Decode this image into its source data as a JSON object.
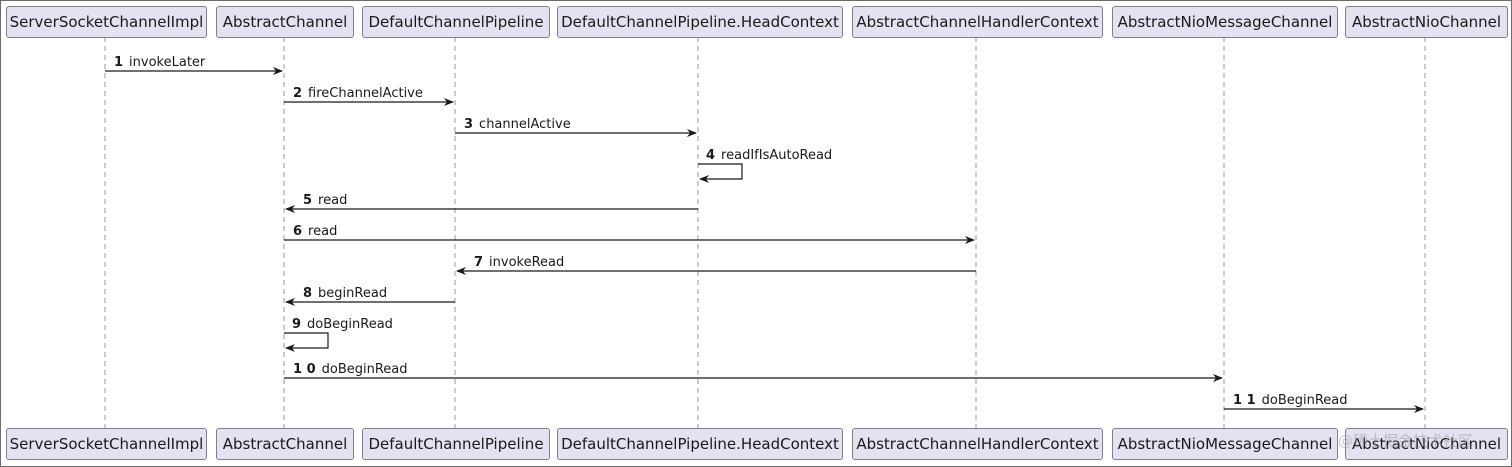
{
  "participants": [
    "ServerSocketChannelImpl",
    "AbstractChannel",
    "DefaultChannelPipeline",
    "DefaultChannelPipeline.HeadContext",
    "AbstractChannelHandlerContext",
    "AbstractNioMessageChannel",
    "AbstractNioChannel"
  ],
  "messages": [
    {
      "num": "1",
      "label": "invokeLater",
      "from": 0,
      "to": 1
    },
    {
      "num": "2",
      "label": "fireChannelActive",
      "from": 1,
      "to": 2
    },
    {
      "num": "3",
      "label": "channelActive",
      "from": 2,
      "to": 3
    },
    {
      "num": "4",
      "label": "readIfIsAutoRead",
      "from": 3,
      "to": 3
    },
    {
      "num": "5",
      "label": "read",
      "from": 3,
      "to": 1
    },
    {
      "num": "6",
      "label": "read",
      "from": 1,
      "to": 4
    },
    {
      "num": "7",
      "label": "invokeRead",
      "from": 4,
      "to": 2
    },
    {
      "num": "8",
      "label": "beginRead",
      "from": 2,
      "to": 1
    },
    {
      "num": "9",
      "label": "doBeginRead",
      "from": 1,
      "to": 1
    },
    {
      "num": "1 0",
      "label": "doBeginRead",
      "from": 1,
      "to": 5
    },
    {
      "num": "1 1",
      "label": "doBeginRead",
      "from": 5,
      "to": 6
    }
  ],
  "watermark": "@稀土掘金技术社区"
}
